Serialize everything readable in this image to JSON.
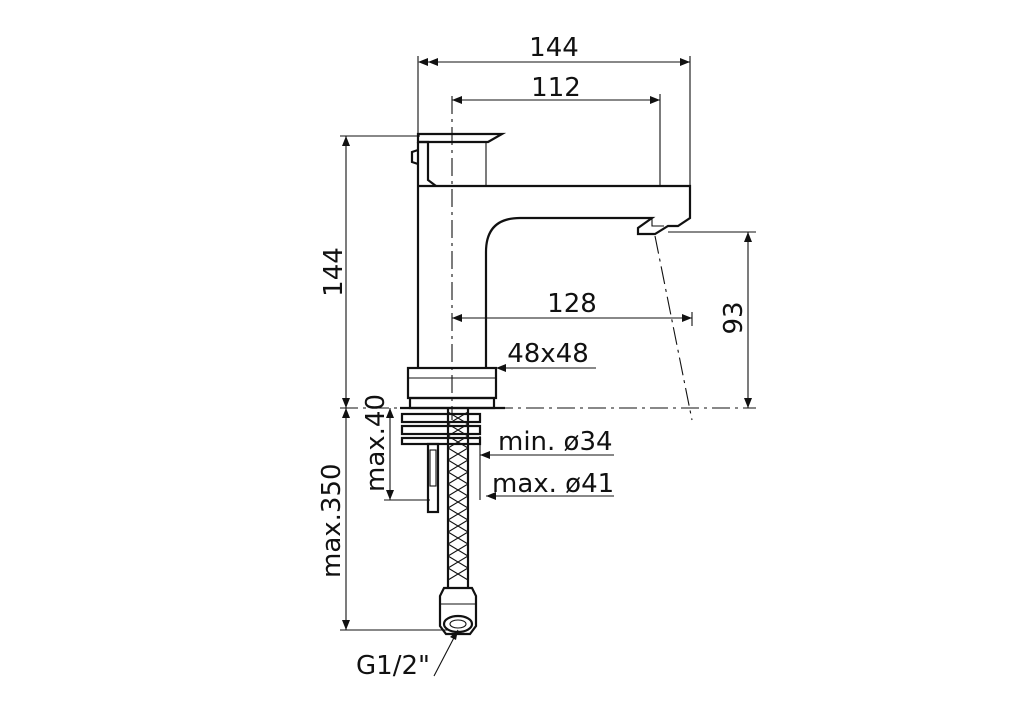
{
  "dimensions": {
    "overall_width": "144",
    "spout_reach_axis": "112",
    "overall_height": "144",
    "spout_height": "93",
    "aerator_reach": "128",
    "base_size": "48x48",
    "hole_min": "min. ø34",
    "hole_max": "max. ø41",
    "deck_thickness": "max.40",
    "hose_length": "max.350",
    "hose_thread": "G1/2\""
  }
}
